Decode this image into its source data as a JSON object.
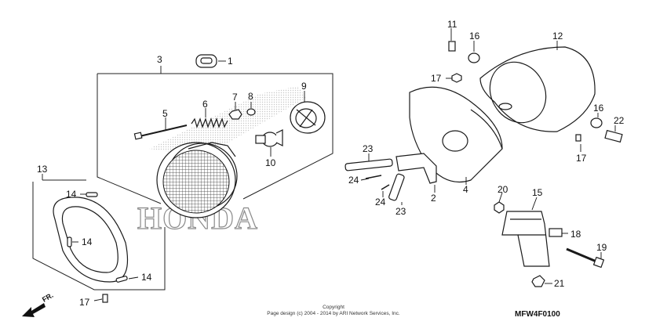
{
  "diagram": {
    "callouts": {
      "c1": "1",
      "c2": "2",
      "c3": "3",
      "c4": "4",
      "c5": "5",
      "c6": "6",
      "c7": "7",
      "c8": "8",
      "c9": "9",
      "c10": "10",
      "c11": "11",
      "c12": "12",
      "c13": "13",
      "c14a": "14",
      "c14b": "14",
      "c14c": "14",
      "c15": "15",
      "c16a": "16",
      "c16b": "16",
      "c17a": "17",
      "c17b": "17",
      "c17c": "17",
      "c18": "18",
      "c19": "19",
      "c20": "20",
      "c21": "21",
      "c22": "22",
      "c23a": "23",
      "c23b": "23",
      "c24a": "24",
      "c24b": "24"
    },
    "direction_label": "FR.",
    "watermark": "HONDA",
    "copyright_title": "Copyright",
    "copyright_line": "Page design (c) 2004 - 2014 by ARI Network Services, Inc.",
    "diagram_code": "MFW4F0100"
  }
}
